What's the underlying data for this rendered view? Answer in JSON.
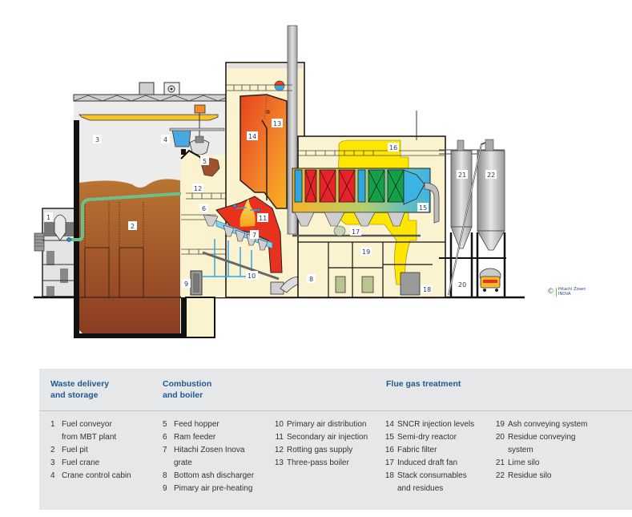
{
  "diagram": {
    "title": "Waste-to-energy plant cross-section",
    "callouts": [
      "1",
      "2",
      "3",
      "4",
      "5",
      "6",
      "7",
      "8",
      "9",
      "10",
      "11",
      "12",
      "13",
      "14",
      "15",
      "16",
      "17",
      "18",
      "19",
      "20",
      "21",
      "22"
    ],
    "copyright": {
      "symbol": "©",
      "brand_line1": "Hitachi Zosen",
      "brand_line2": "INOVA"
    },
    "colors": {
      "fuel_brown": "#a0522d",
      "flame_red": "#e8321e",
      "boiler_orange": "#f07d2a",
      "duct_yellow": "#ffe600",
      "filter_green": "#13a048",
      "filter_red": "#e52329",
      "water_blue": "#2fa8e0",
      "building_cream": "#fbf3cf",
      "steel_grey": "#9a9a9a"
    }
  },
  "legend": {
    "groups": [
      {
        "heading": "Waste delivery\nand storage"
      },
      {
        "heading": "Combustion\nand boiler"
      },
      {
        "heading": "Flue gas treatment"
      }
    ],
    "columns": [
      {
        "items": [
          {
            "num": "1",
            "text": "Fuel conveyor\nfrom MBT plant"
          },
          {
            "num": "2",
            "text": "Fuel pit"
          },
          {
            "num": "3",
            "text": "Fuel crane"
          },
          {
            "num": "4",
            "text": "Crane control cabin"
          }
        ]
      },
      {
        "items": [
          {
            "num": "5",
            "text": "Feed hopper"
          },
          {
            "num": "6",
            "text": "Ram feeder"
          },
          {
            "num": "7",
            "text": "Hitachi Zosen Inova\ngrate"
          },
          {
            "num": "8",
            "text": "Bottom ash discharger"
          },
          {
            "num": "9",
            "text": "Pimary air pre-heating"
          }
        ]
      },
      {
        "items": [
          {
            "num": "10",
            "text": "Primary air distribution"
          },
          {
            "num": "11",
            "text": "Secondary air injection"
          },
          {
            "num": "12",
            "text": "Rotting gas supply"
          },
          {
            "num": "13",
            "text": "Three-pass boiler"
          }
        ]
      },
      {
        "items": [
          {
            "num": "14",
            "text": "SNCR injection levels"
          },
          {
            "num": "15",
            "text": "Semi-dry reactor"
          },
          {
            "num": "16",
            "text": "Fabric filter"
          },
          {
            "num": "17",
            "text": "Induced draft fan"
          },
          {
            "num": "18",
            "text": "Stack consumables\nand residues"
          }
        ]
      },
      {
        "items": [
          {
            "num": "19",
            "text": "Ash conveying system"
          },
          {
            "num": "20",
            "text": "Residue conveying\nsystem"
          },
          {
            "num": "21",
            "text": "Lime silo"
          },
          {
            "num": "22",
            "text": "Residue silo"
          }
        ]
      }
    ]
  }
}
